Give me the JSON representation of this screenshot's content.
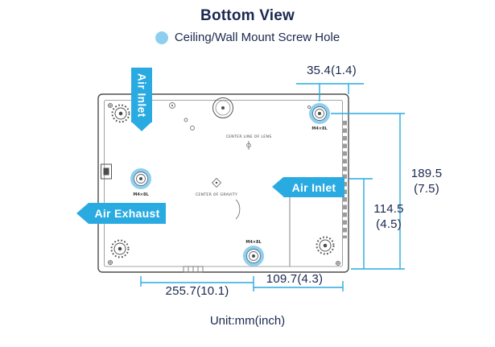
{
  "colors": {
    "accent": "#29abe2",
    "highlight": "#8ecff0",
    "navy": "#1b2850",
    "line": "#4d4d4d"
  },
  "title": "Bottom View",
  "legend": {
    "label": "Ceiling/Wall Mount Screw Hole"
  },
  "flow_labels": {
    "air_inlet_top": "Air Inlet",
    "air_inlet_right": "Air Inlet",
    "air_exhaust_left": "Air Exhaust"
  },
  "dimensions": {
    "top_offset": "35.4(1.4)",
    "right_total_mm": "189.5",
    "right_total_in": "(7.5)",
    "right_partial_mm": "114.5",
    "right_partial_in": "(4.5)",
    "bottom_left": "255.7(10.1)",
    "bottom_right": "109.7(4.3)"
  },
  "unit_note": "Unit:mm(inch)",
  "drawing": {
    "center_line_label": "CENTER LINE OF LENS",
    "center_gravity_label": "CENTER OF GRAVITY",
    "screw_label": "M4×8L"
  }
}
